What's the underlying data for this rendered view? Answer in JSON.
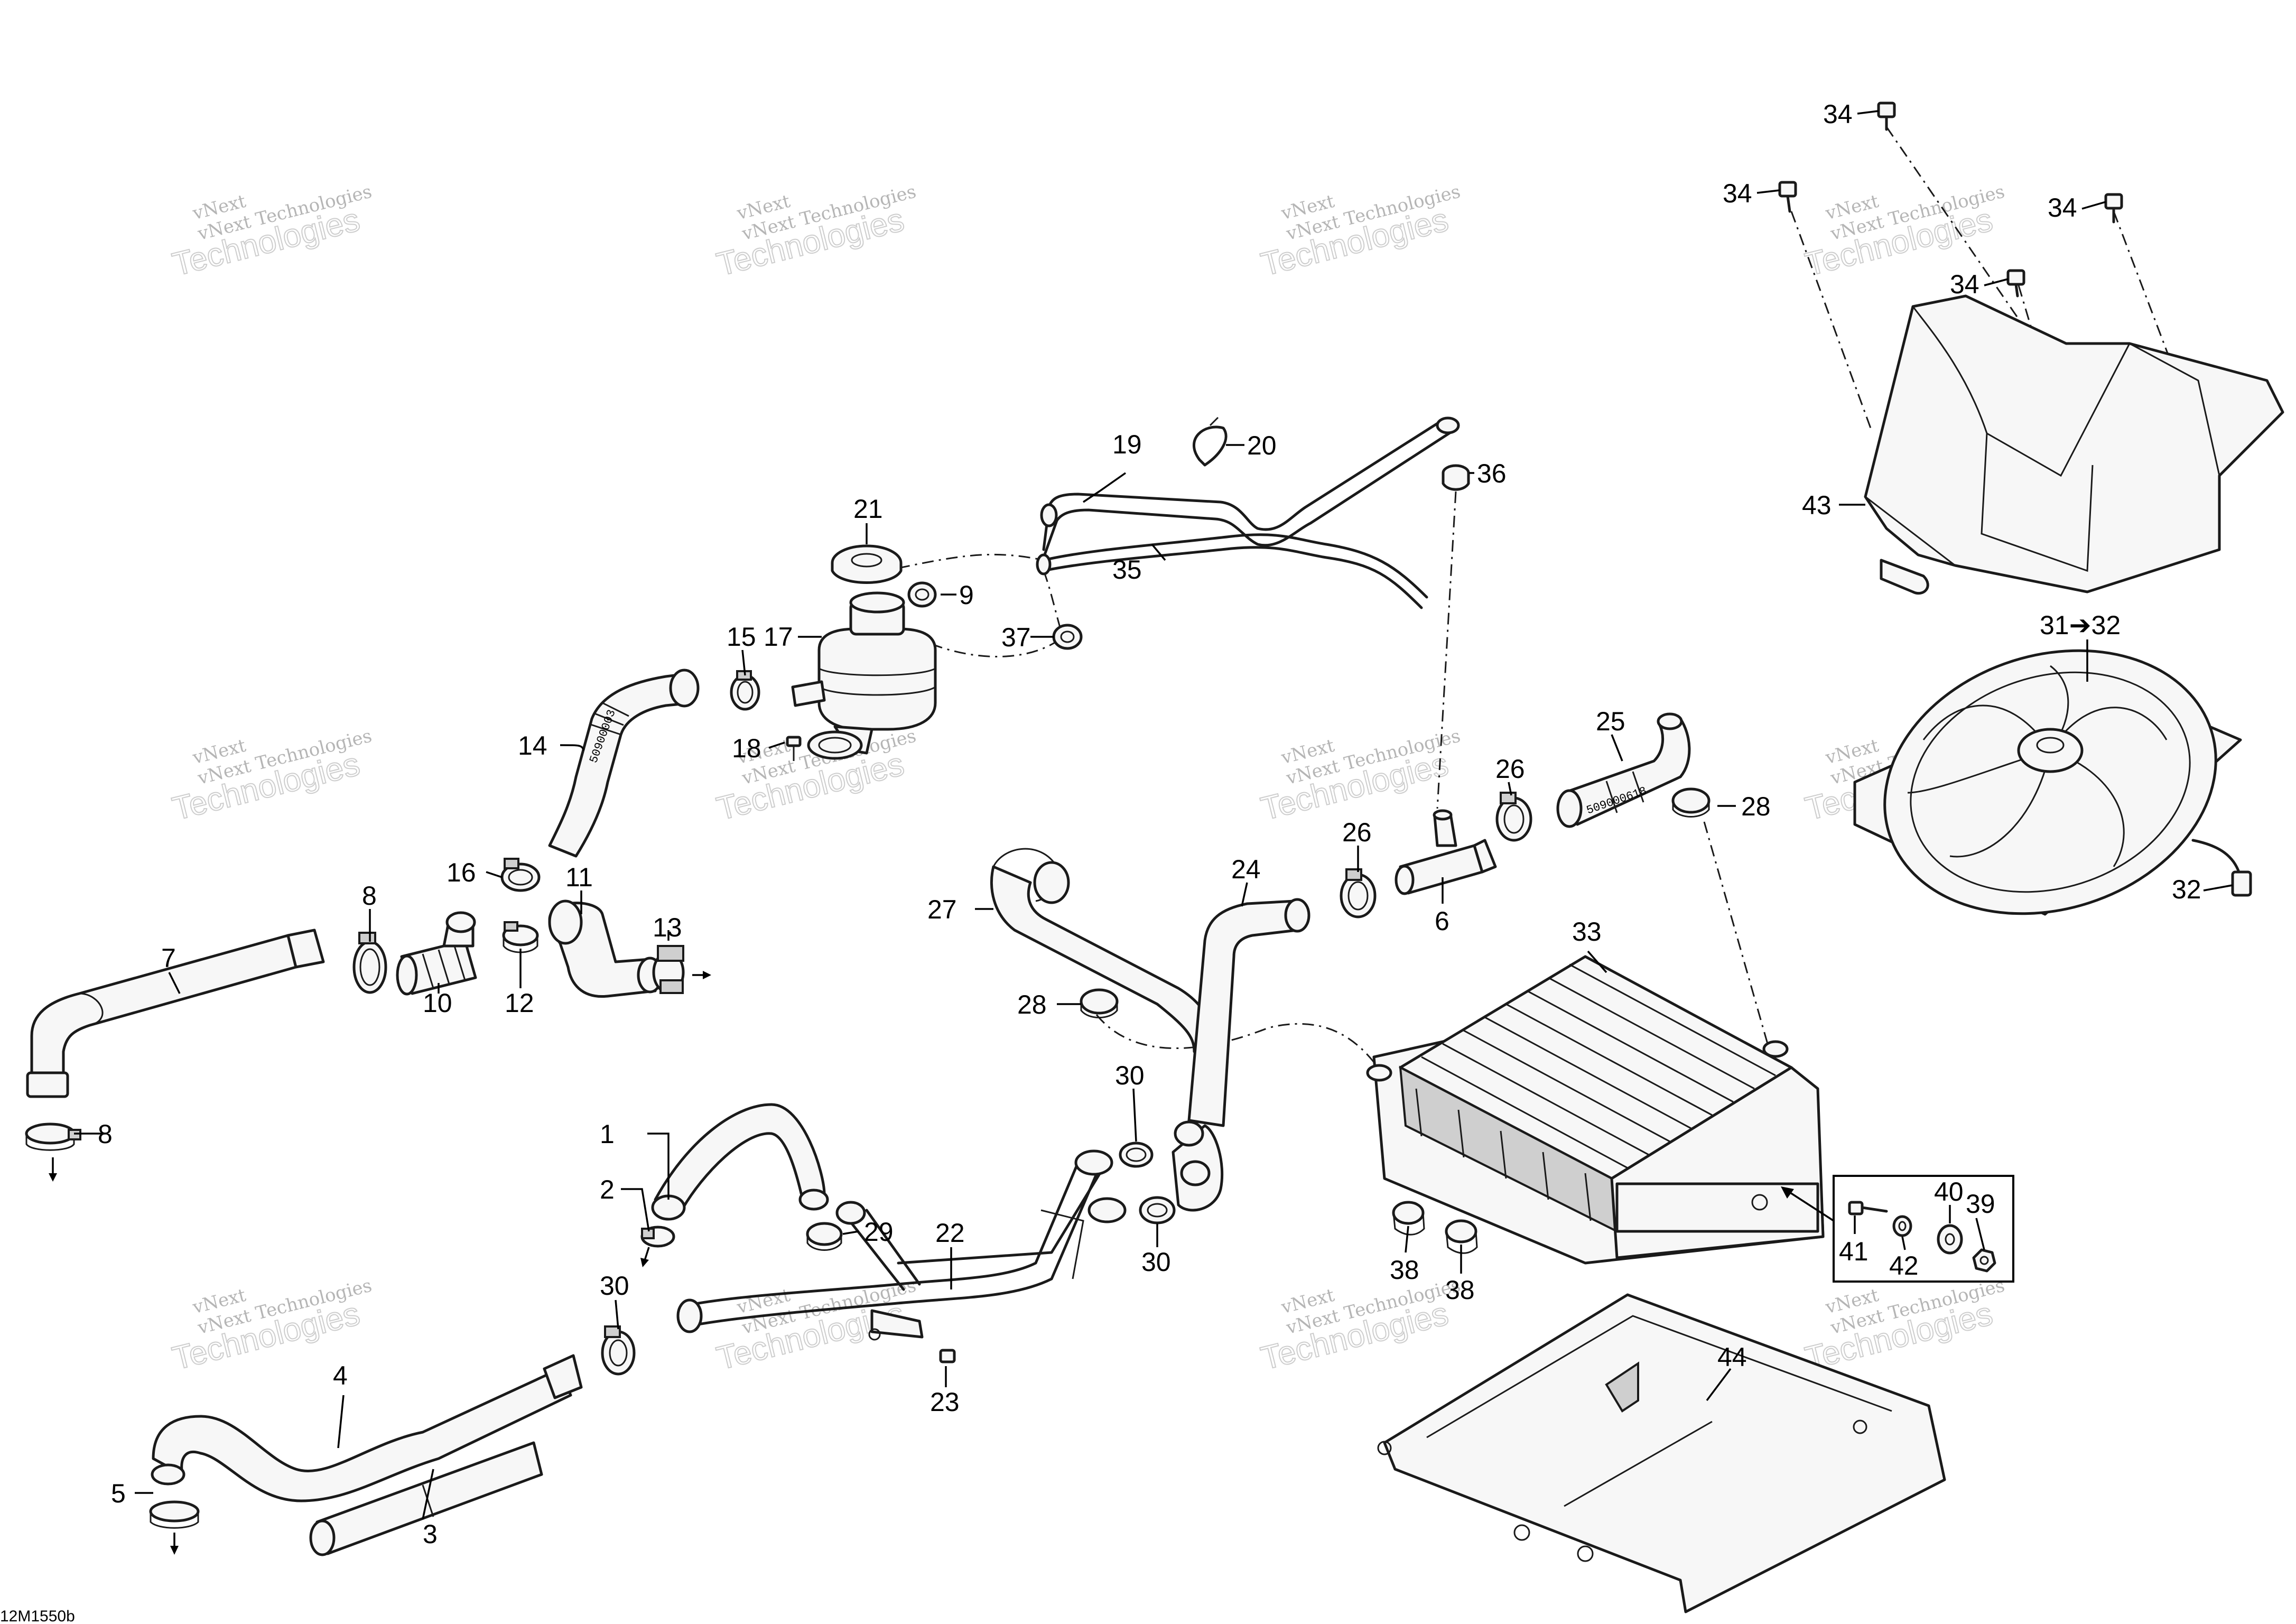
{
  "watermark": {
    "line1": "vNext Technologies",
    "line2": "Technologies",
    "line3": "vNext"
  },
  "drawing_reference": "12M1550b",
  "hose_stamps": {
    "hose_14": "50900003",
    "hose_25": "509000618"
  },
  "callouts": {
    "c1": "1",
    "c2": "2",
    "c3": "3",
    "c4": "4",
    "c5": "5",
    "c6": "6",
    "c7": "7",
    "c8a": "8",
    "c8b": "8",
    "c9": "9",
    "c10": "10",
    "c11": "11",
    "c12": "12",
    "c13": "13",
    "c14": "14",
    "c15": "15",
    "c16": "16",
    "c17": "17",
    "c18": "18",
    "c19": "19",
    "c20": "20",
    "c21": "21",
    "c22": "22",
    "c23": "23",
    "c24": "24",
    "c25": "25",
    "c26a": "26",
    "c26b": "26",
    "c27": "27",
    "c28a": "28",
    "c28b": "28",
    "c29": "29",
    "c30a": "30",
    "c30b": "30",
    "c30c": "30",
    "c31": "31➔32",
    "c32": "32",
    "c33": "33",
    "c34a": "34",
    "c34b": "34",
    "c34c": "34",
    "c34d": "34",
    "c35": "35",
    "c36": "36",
    "c37": "37",
    "c38a": "38",
    "c38b": "38",
    "c39": "39",
    "c40": "40",
    "c41": "41",
    "c42": "42",
    "c43": "43",
    "c44": "44"
  }
}
